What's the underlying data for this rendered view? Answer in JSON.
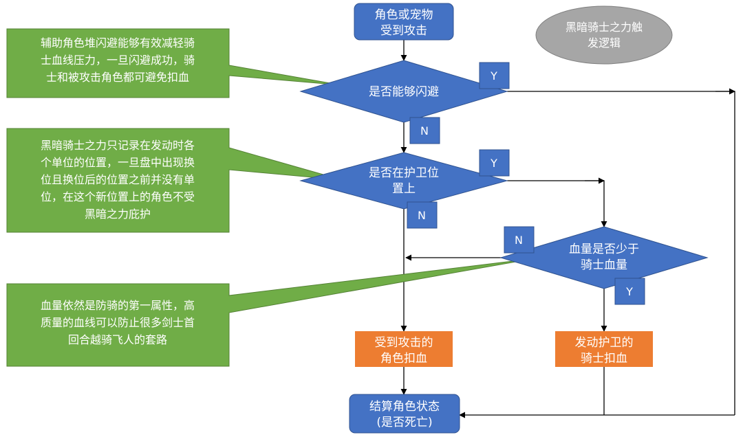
{
  "shapes": {
    "start": [
      "角色或宠物",
      "受到攻击"
    ],
    "title_ellipse": [
      "黑暗骑士之力触",
      "发逻辑"
    ],
    "q_dodge": [
      "是否能够闪避"
    ],
    "q_guard": [
      "是否在护卫位",
      "置上"
    ],
    "q_hp": [
      "血量是否少于",
      "骑士血量"
    ],
    "box_attacked": [
      "受到攻击的",
      "角色扣血"
    ],
    "box_knight": [
      "发动护卫的",
      "骑士扣血"
    ],
    "end": [
      "结算角色状态",
      "(是否死亡)"
    ]
  },
  "labels": {
    "dodge_yes": "Y",
    "dodge_no": "N",
    "guard_yes": "Y",
    "guard_no": "N",
    "hp_no": "N",
    "hp_yes": "Y"
  },
  "notes": {
    "note1": [
      "辅助角色堆闪避能够有效减轻骑",
      "士血线压力，一旦闪避成功，骑",
      "士和被攻击角色都可避免扣血"
    ],
    "note2": [
      "黑暗骑士之力只记录在发动时各",
      "个单位的位置，一旦盘中出现换",
      "位且换位后的位置之前并没有单",
      "位，在这个新位置上的角色不受",
      "黑暗之力庇护"
    ],
    "note3": [
      "血量依然是防骑的第一属性，高",
      "质量的血线可以防止很多剑士首",
      "回合越骑飞人的套路"
    ]
  },
  "colors": {
    "process": "#4472c4",
    "action": "#ed7d31",
    "note": "#70ad47",
    "title": "#a6a6a6"
  }
}
